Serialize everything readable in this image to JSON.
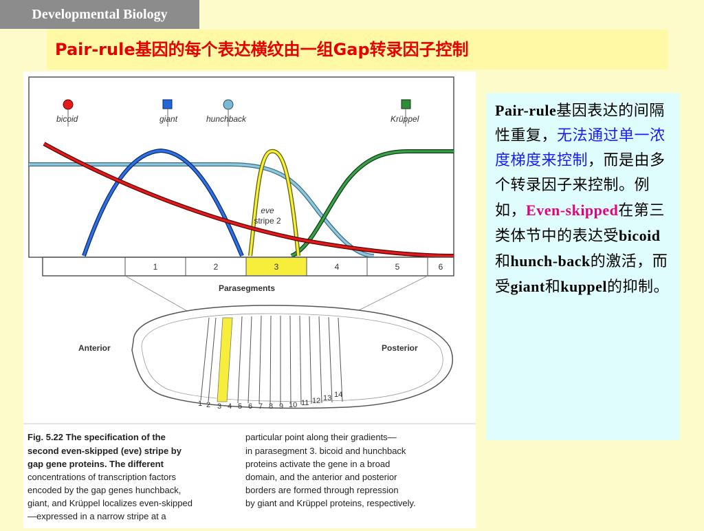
{
  "header": {
    "tag": "Developmental Biology",
    "title": "Pair-rule基因的每个表达横纹由一组Gap转录因子控制"
  },
  "figure": {
    "legend": [
      {
        "label": "bicoid",
        "color": "#e11b1b",
        "shape": "circle"
      },
      {
        "label": "giant",
        "color": "#2266d8",
        "shape": "square"
      },
      {
        "label": "hunchback",
        "color": "#7ab8d4",
        "shape": "circle"
      },
      {
        "label": "Krüppel",
        "color": "#2e8b3a",
        "shape": "square"
      }
    ],
    "eve_label_1": "eve",
    "eve_label_2": "stripe 2",
    "parasegments": [
      "1",
      "2",
      "3",
      "4",
      "5",
      "6"
    ],
    "highlight_parasegment": "3",
    "parasegments_label": "Parasegments",
    "anterior_label": "Anterior",
    "posterior_label": "Posterior",
    "embryo_stripes": [
      "1",
      "2",
      "3",
      "4",
      "5",
      "6",
      "7",
      "8",
      "9",
      "10",
      "11",
      "12",
      "13",
      "14"
    ],
    "caption_left": [
      "Fig. 5.22  The specification of the",
      "second even-skipped (eve) stripe by",
      "gap gene proteins. The different",
      "concentrations of transcription factors",
      "encoded by the gap genes hunchback,",
      "giant, and Krüppel localizes even-skipped",
      "—expressed in a narrow stripe at a"
    ],
    "caption_right": [
      "particular point along their gradients—",
      "in parasegment 3. bicoid and hunchback",
      "proteins activate the gene in a broad",
      "domain, and the anterior and posterior",
      "borders are formed through repression",
      "by giant and Krüppel proteins, respectively."
    ]
  },
  "note": {
    "p1": "Pair-rule",
    "p2": "基因表达的间隔性重复，",
    "p3": "无法通过单一浓度梯度来控制",
    "p4": "，而是由多个转录因子来控制。例如，",
    "p5": "Even-skipped",
    "p6": "在第三类体节中的表达受",
    "p7": "bicoid",
    "p8": "和",
    "p9": "hunch-back",
    "p10": "的激活，而受",
    "p11": "giant",
    "p12": "和",
    "p13": "kuppel",
    "p14": "的抑制。"
  }
}
